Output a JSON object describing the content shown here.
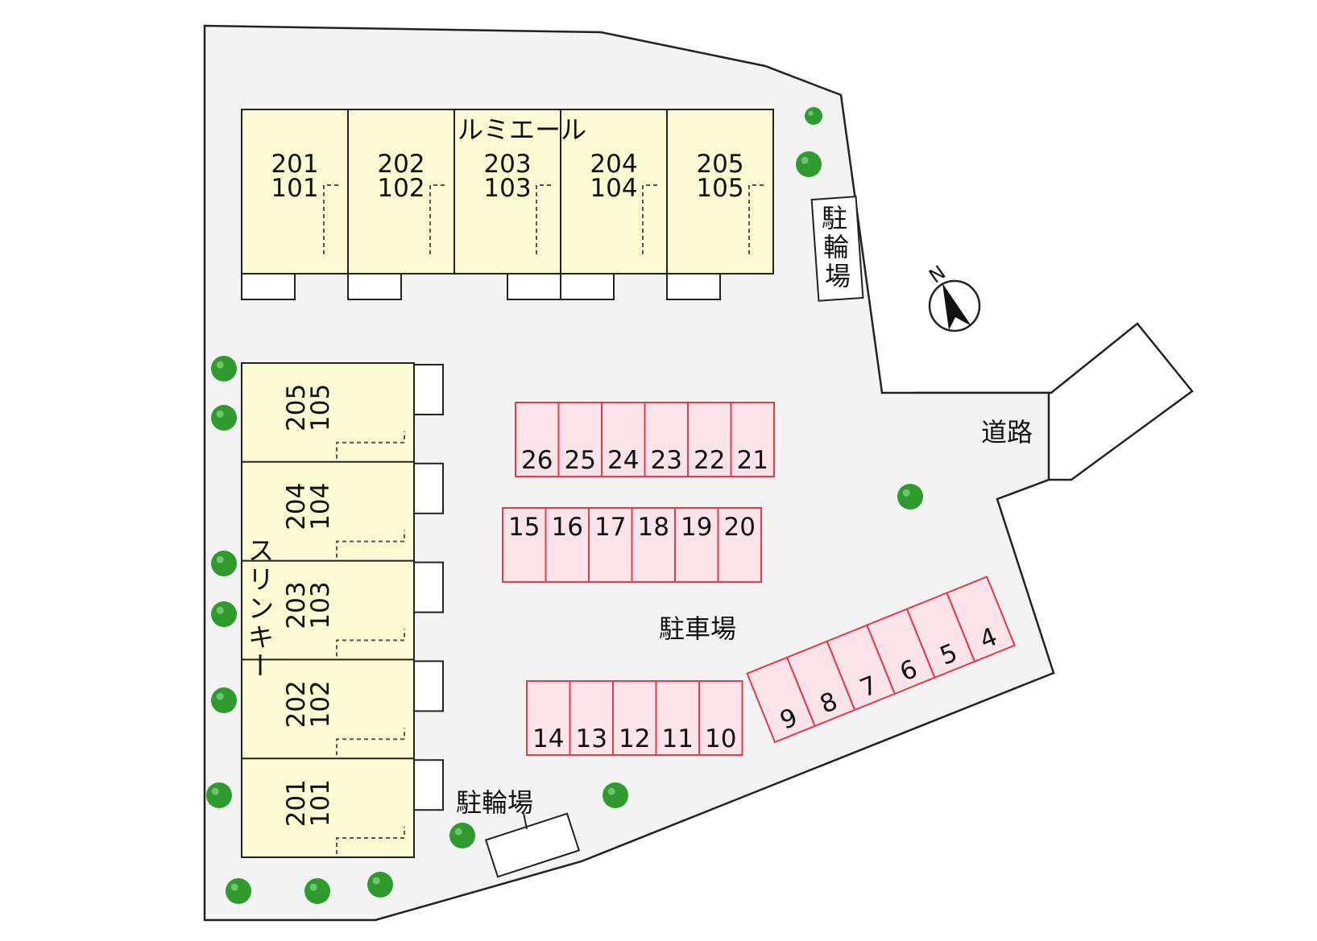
{
  "colors": {
    "lot": "#f3f3f3",
    "building_fill": "#fbfbd3",
    "parking_fill": "#fbe3ea",
    "parking_stroke": "#e8394a",
    "tree": "#2f9b2f",
    "road": "#ffffff",
    "outline": "#222222"
  },
  "buildings": {
    "north": {
      "name": "ルミエール",
      "units": [
        {
          "upper": "201",
          "lower": "101"
        },
        {
          "upper": "202",
          "lower": "102"
        },
        {
          "upper": "203",
          "lower": "103"
        },
        {
          "upper": "204",
          "lower": "104"
        },
        {
          "upper": "205",
          "lower": "105"
        }
      ]
    },
    "west": {
      "name_chars": [
        "ス",
        "リ",
        "ン",
        "キ",
        "ー"
      ],
      "units": [
        {
          "upper": "205",
          "lower": "105"
        },
        {
          "upper": "204",
          "lower": "104"
        },
        {
          "upper": "203",
          "lower": "103"
        },
        {
          "upper": "202",
          "lower": "102"
        },
        {
          "upper": "201",
          "lower": "101"
        }
      ]
    }
  },
  "parking": {
    "label": "駐車場",
    "row_a": [
      "26",
      "25",
      "24",
      "23",
      "22",
      "21"
    ],
    "row_b": [
      "15",
      "16",
      "17",
      "18",
      "19",
      "20"
    ],
    "row_c": [
      "14",
      "13",
      "12",
      "11",
      "10"
    ],
    "row_d": [
      "9",
      "8",
      "7",
      "6",
      "5",
      "4"
    ]
  },
  "bike_parking": {
    "label": "駐輪場",
    "vertical_chars": [
      "駐",
      "輪",
      "場"
    ]
  },
  "road": {
    "label": "道路"
  },
  "compass": {
    "label": "N",
    "icon": "north-arrow-icon"
  }
}
